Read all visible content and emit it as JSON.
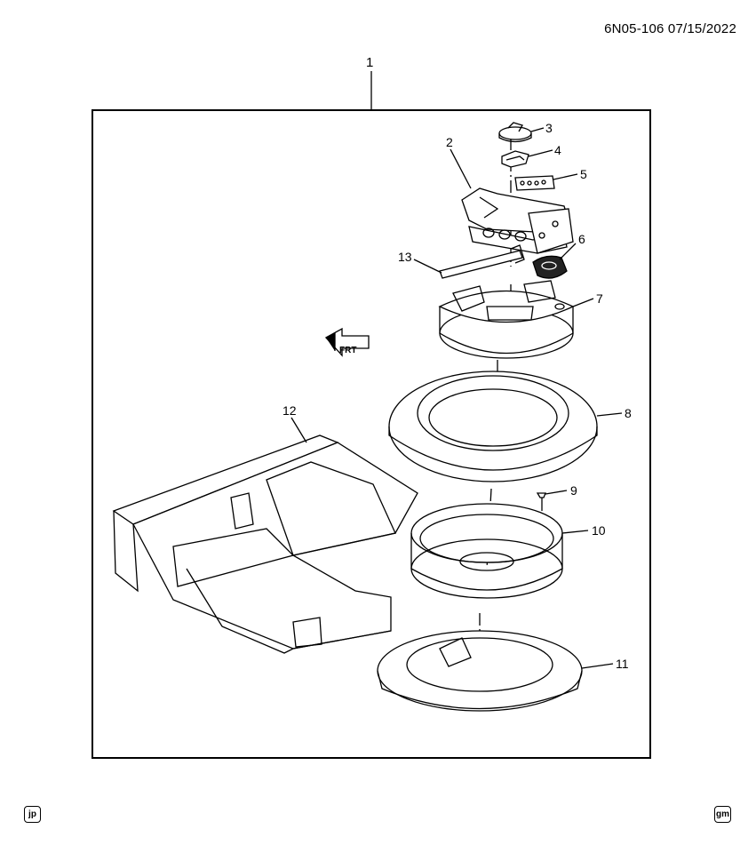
{
  "header": {
    "drawing_ref": "6N05-106 07/15/2022"
  },
  "callouts": {
    "c1": "1",
    "c2": "2",
    "c3": "3",
    "c4": "4",
    "c5": "5",
    "c6": "6",
    "c7": "7",
    "c8": "8",
    "c9": "9",
    "c10": "10",
    "c11": "11",
    "c12": "12",
    "c13": "13"
  },
  "front_arrow": {
    "text": "FRT"
  },
  "footer": {
    "left_badge": "jp",
    "right_badge": "gm"
  }
}
